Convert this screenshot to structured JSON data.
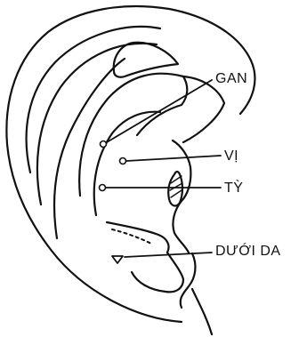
{
  "labels": {
    "gan": "GAN",
    "vi": "VỊ",
    "ty": "TỲ",
    "duoi_da": "DƯỚI DA"
  },
  "colors": {
    "ink": "#111111",
    "background": "#ffffff"
  }
}
